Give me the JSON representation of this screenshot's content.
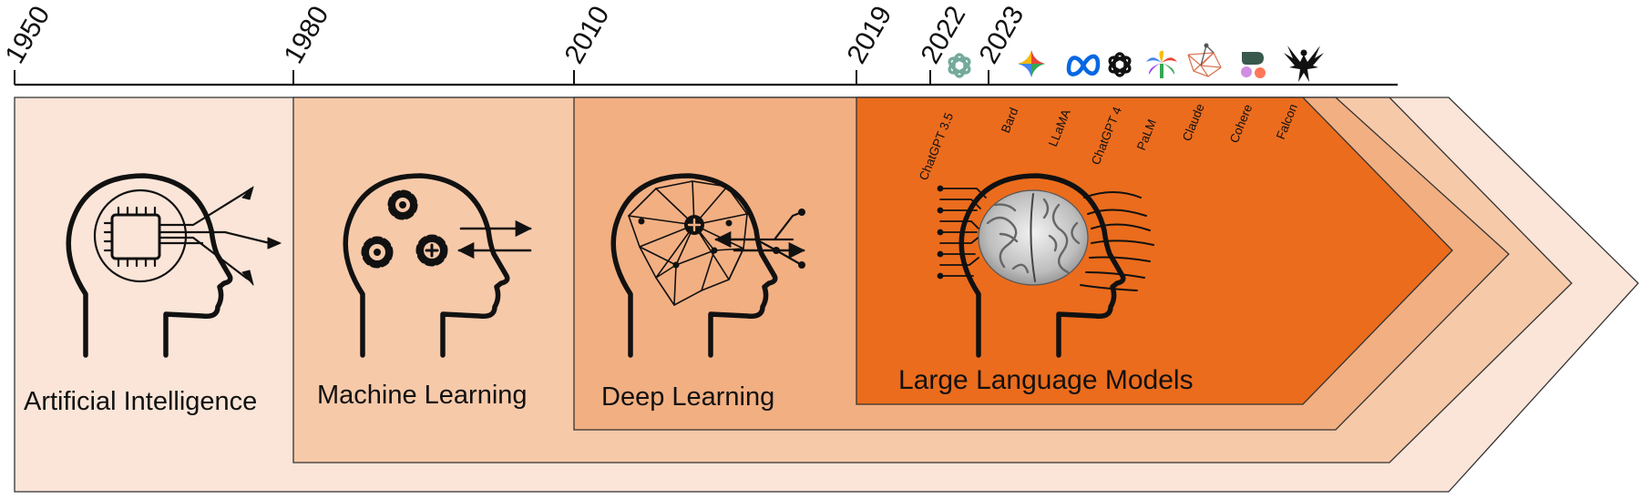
{
  "timeline": {
    "years": [
      "1950",
      "1980",
      "2010",
      "2019",
      "2022",
      "2023"
    ]
  },
  "eras": [
    {
      "label": "Artificial Intelligence",
      "color": "#FAE5D8",
      "icon": "head-chip-icon"
    },
    {
      "label": "Machine Learning",
      "color": "#F6C9A9",
      "icon": "head-gears-icon"
    },
    {
      "label": "Deep Learning",
      "color": "#F2AF82",
      "icon": "head-network-icon"
    },
    {
      "label": "Large Language Models",
      "color": "#EB6C1D",
      "icon": "head-brain-icon"
    }
  ],
  "models": [
    {
      "name": "ChatGPT 3.5",
      "icon": "openai-logo-icon",
      "color": "#74AA9C"
    },
    {
      "name": "Bard",
      "icon": "bard-logo-icon",
      "color": "#4285F4"
    },
    {
      "name": "LLaMA",
      "icon": "meta-logo-icon",
      "color": "#0668E1"
    },
    {
      "name": "ChatGPT 4",
      "icon": "openai-logo-icon",
      "color": "#111111"
    },
    {
      "name": "PaLM",
      "icon": "palm-logo-icon",
      "color": "#34A853"
    },
    {
      "name": "Claude",
      "icon": "claude-logo-icon",
      "color": "#D97757"
    },
    {
      "name": "Cohere",
      "icon": "cohere-logo-icon",
      "color": "#39594D"
    },
    {
      "name": "Falcon",
      "icon": "falcon-logo-icon",
      "color": "#111111"
    }
  ]
}
